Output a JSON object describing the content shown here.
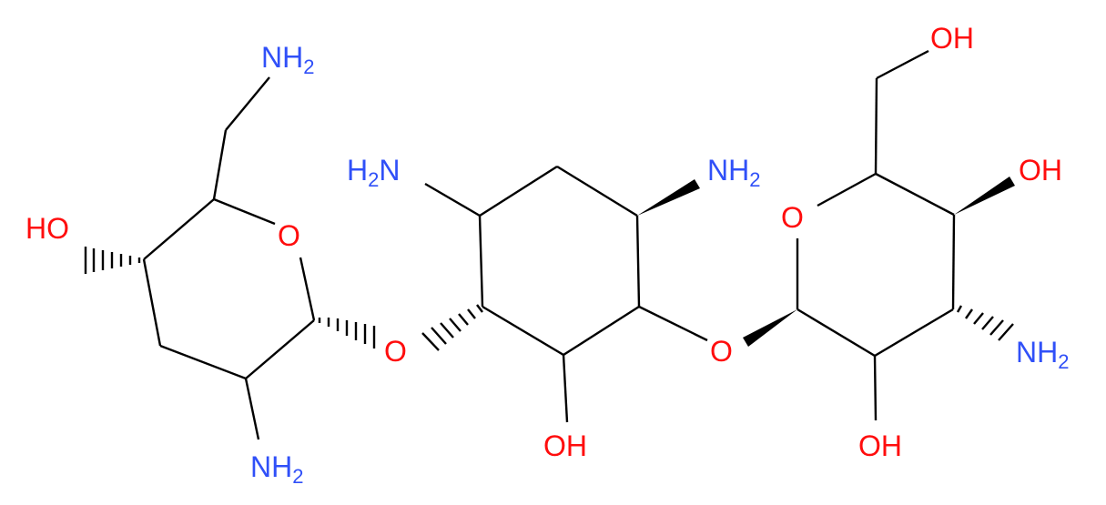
{
  "colors": {
    "nitrogen": "#3050f8",
    "oxygen": "#ff0d0d",
    "bond": "#000000",
    "background": "#ffffff"
  },
  "labels": {
    "nh2_top_left": {
      "main": "NH",
      "sub": "2"
    },
    "ho_left": "HO",
    "o_ring_left": "O",
    "nh2_bottom_left": {
      "main": "NH",
      "sub": "2"
    },
    "o_link_left": "O",
    "h2n_center": {
      "pre": "H",
      "sub": "2",
      "post": "N"
    },
    "nh2_center_right": {
      "main": "NH",
      "sub": "2"
    },
    "oh_center_bottom": "OH",
    "o_link_right": "O",
    "o_ring_right": "O",
    "oh_top_right": "OH",
    "oh_right": "OH",
    "nh2_right": {
      "main": "NH",
      "sub": "2"
    },
    "oh_bottom_right": "OH"
  }
}
